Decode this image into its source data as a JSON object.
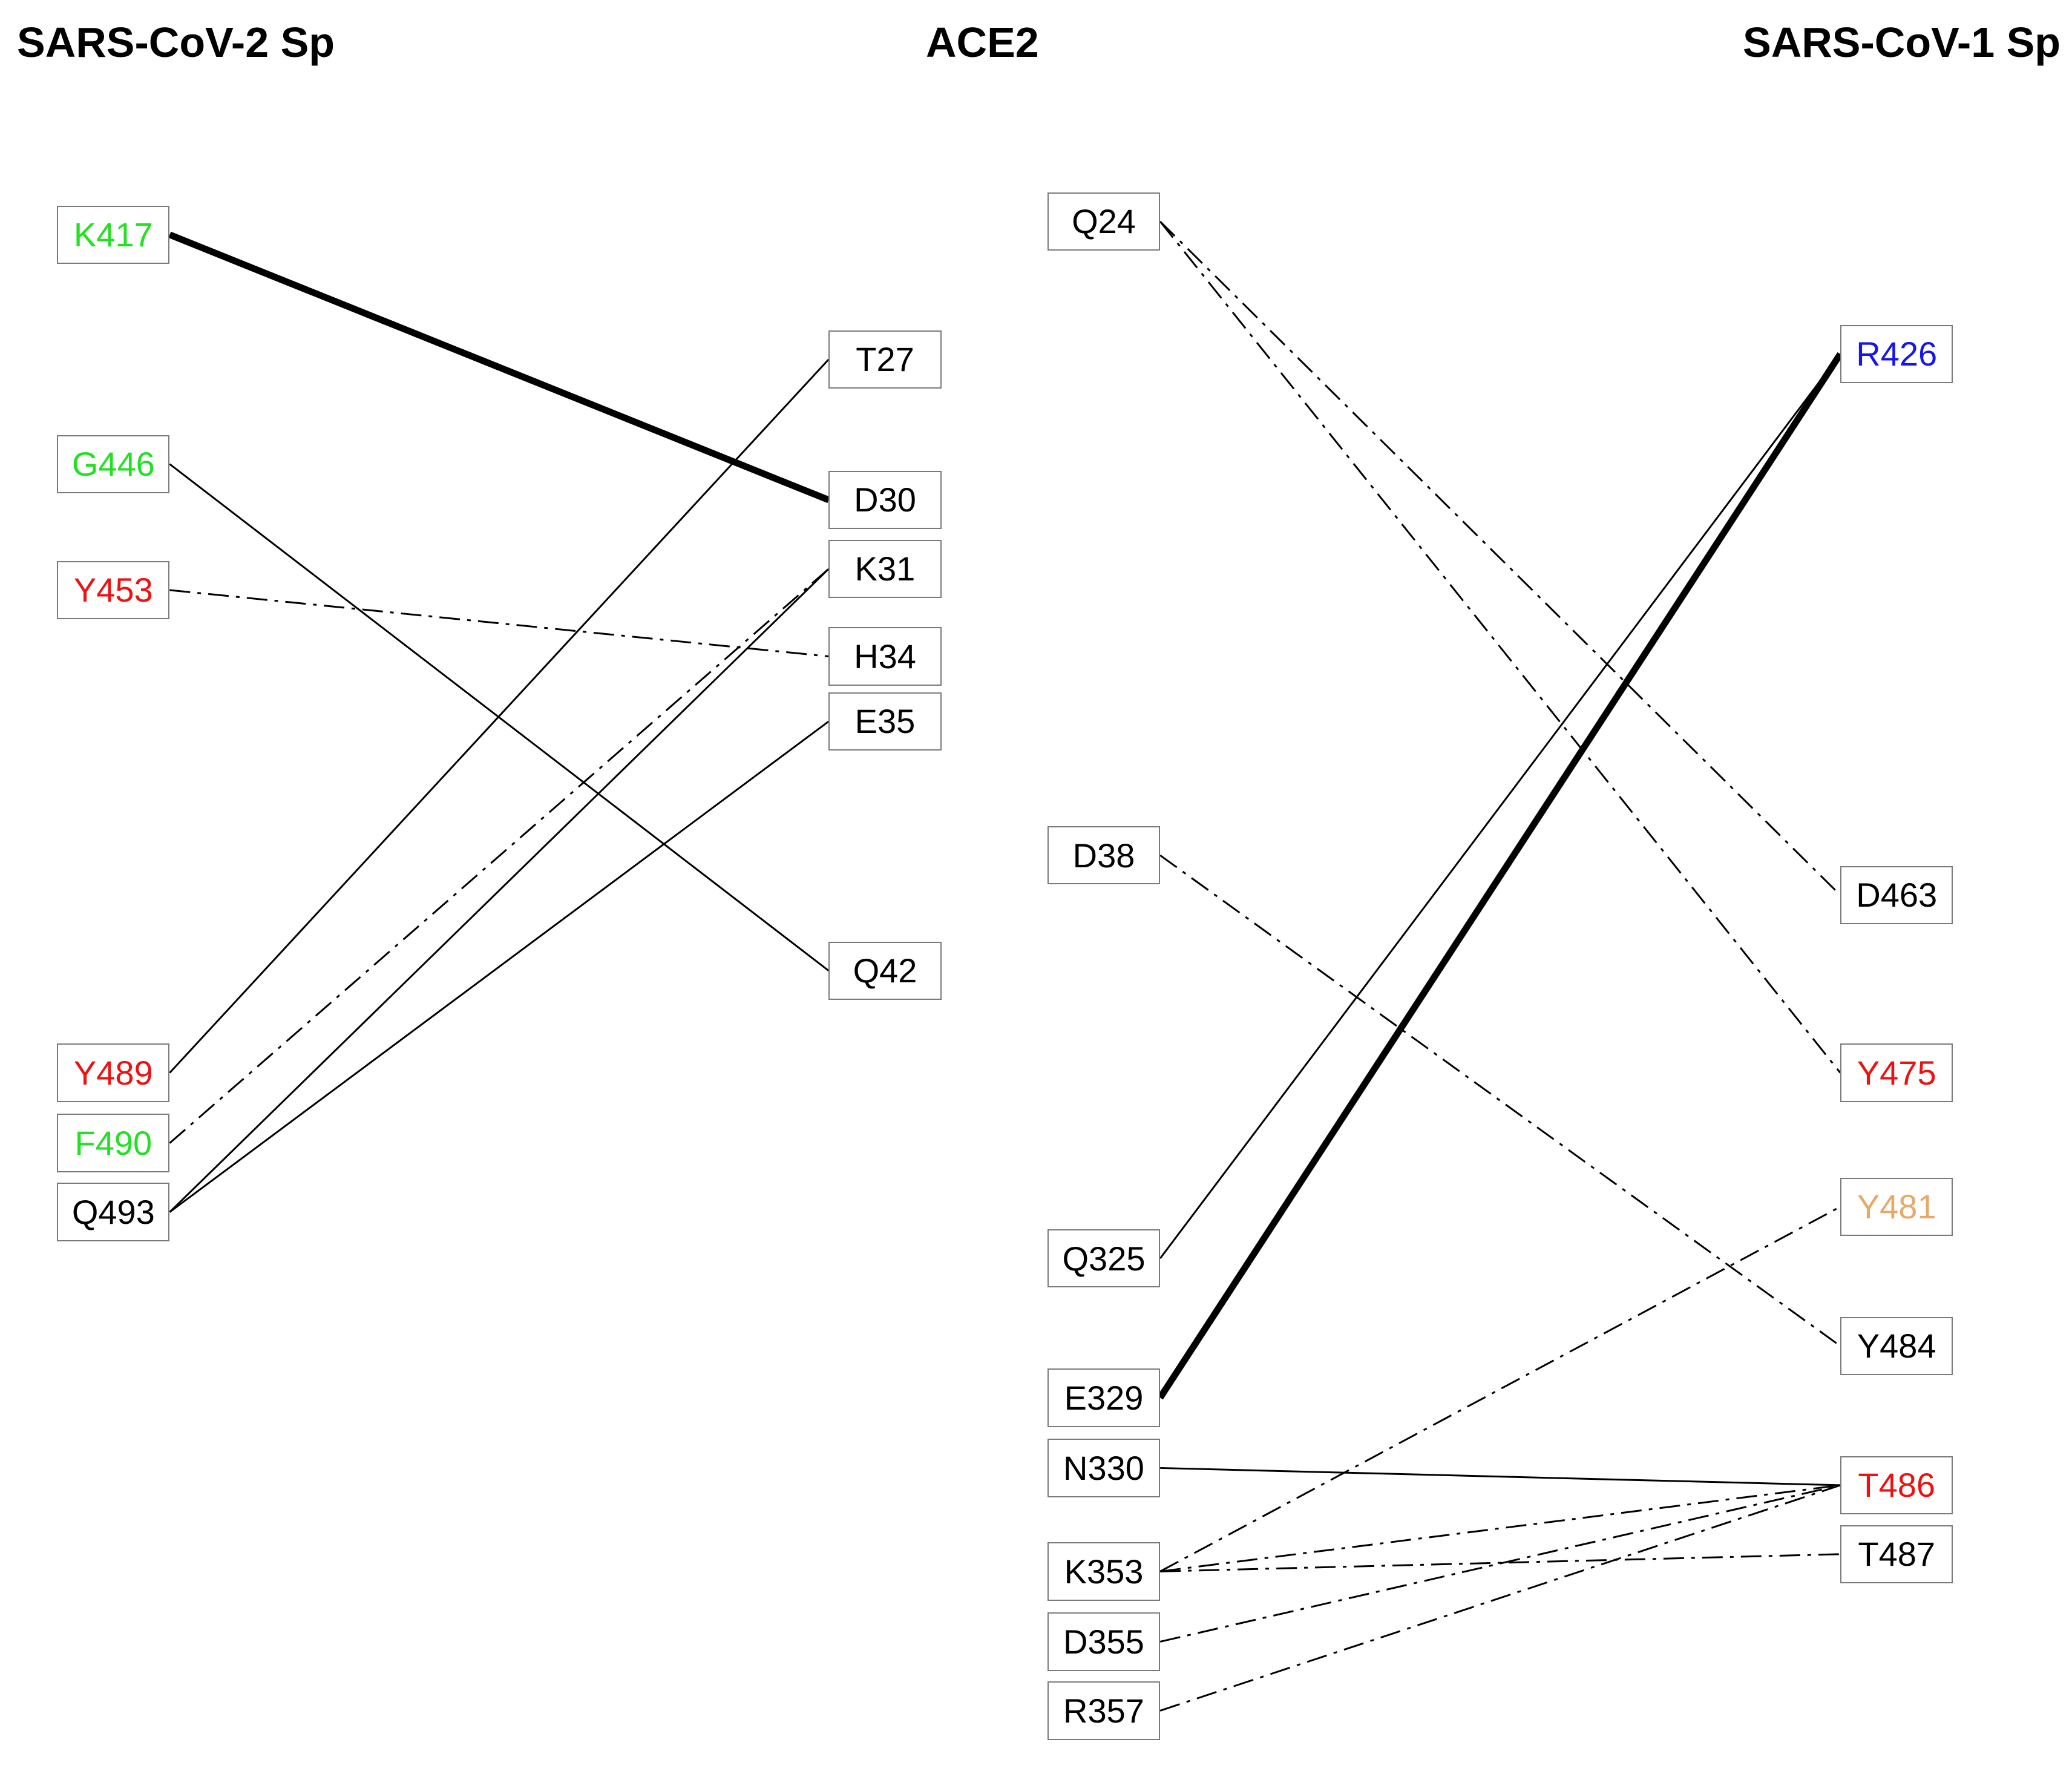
{
  "headers": {
    "left": "SARS-CoV-2 Sp",
    "middle": "ACE2",
    "right": "SARS-CoV-1 Sp"
  },
  "colors": {
    "black": "#000000",
    "green": "#22e022",
    "red": "#ee1111",
    "blue": "#1515ee",
    "orange": "#e8a868"
  },
  "residues": {
    "K417": {
      "label": "K417",
      "color": "green"
    },
    "G446": {
      "label": "G446",
      "color": "green"
    },
    "Y453": {
      "label": "Y453",
      "color": "red"
    },
    "Y489": {
      "label": "Y489",
      "color": "red"
    },
    "F490": {
      "label": "F490",
      "color": "green"
    },
    "Q493": {
      "label": "Q493",
      "color": "black"
    },
    "T27": {
      "label": "T27",
      "color": "black"
    },
    "D30": {
      "label": "D30",
      "color": "black"
    },
    "K31": {
      "label": "K31",
      "color": "black"
    },
    "H34": {
      "label": "H34",
      "color": "black"
    },
    "E35": {
      "label": "E35",
      "color": "black"
    },
    "Q42": {
      "label": "Q42",
      "color": "black"
    },
    "Q24": {
      "label": "Q24",
      "color": "black"
    },
    "D38": {
      "label": "D38",
      "color": "black"
    },
    "Q325": {
      "label": "Q325",
      "color": "black"
    },
    "E329": {
      "label": "E329",
      "color": "black"
    },
    "N330": {
      "label": "N330",
      "color": "black"
    },
    "K353": {
      "label": "K353",
      "color": "black"
    },
    "D355": {
      "label": "D355",
      "color": "black"
    },
    "R357": {
      "label": "R357",
      "color": "black"
    },
    "R426": {
      "label": "R426",
      "color": "blue"
    },
    "D463": {
      "label": "D463",
      "color": "black"
    },
    "Y475": {
      "label": "Y475",
      "color": "red"
    },
    "Y481": {
      "label": "Y481",
      "color": "orange"
    },
    "Y484": {
      "label": "Y484",
      "color": "black"
    },
    "T486": {
      "label": "T486",
      "color": "red"
    },
    "T487": {
      "label": "T487",
      "color": "black"
    }
  },
  "connections": [
    {
      "from": "K417",
      "to": "D30",
      "style": "bold"
    },
    {
      "from": "G446",
      "to": "Q42",
      "style": "solid"
    },
    {
      "from": "Y453",
      "to": "H34",
      "style": "dashdot"
    },
    {
      "from": "Y489",
      "to": "T27",
      "style": "solid"
    },
    {
      "from": "F490",
      "to": "K31",
      "style": "dashdot"
    },
    {
      "from": "Q493",
      "to": "K31",
      "style": "solid"
    },
    {
      "from": "Q493",
      "to": "E35",
      "style": "solid"
    },
    {
      "from": "Q24",
      "to": "D463",
      "style": "dashdot"
    },
    {
      "from": "Q24",
      "to": "Y475",
      "style": "dashdot"
    },
    {
      "from": "D38",
      "to": "Y484",
      "style": "dashdot"
    },
    {
      "from": "Q325",
      "to": "R426",
      "style": "solid"
    },
    {
      "from": "E329",
      "to": "R426",
      "style": "bold"
    },
    {
      "from": "N330",
      "to": "T486",
      "style": "solid"
    },
    {
      "from": "K353",
      "to": "Y481",
      "style": "dashdot"
    },
    {
      "from": "K353",
      "to": "T486",
      "style": "dashdot"
    },
    {
      "from": "K353",
      "to": "T487",
      "style": "dashdot"
    },
    {
      "from": "D355",
      "to": "T486",
      "style": "dashdot"
    },
    {
      "from": "R357",
      "to": "T486",
      "style": "dashdot"
    }
  ]
}
